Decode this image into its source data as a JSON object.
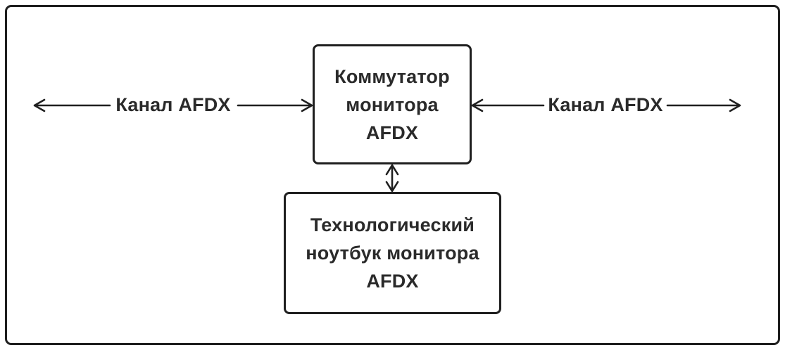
{
  "diagram": {
    "background": "#ffffff",
    "stroke_color": "#1f1f1f",
    "text_color": "#2a2a2a",
    "nodes": [
      {
        "id": "afdx-switch",
        "label": "Коммутатор монитора AFDX"
      },
      {
        "id": "tech-laptop",
        "label": "Технологический ноутбук монитора AFDX"
      }
    ],
    "edges": [
      {
        "id": "left-channel",
        "label": "Канал AFDX",
        "type": "bidirectional-horizontal"
      },
      {
        "id": "right-channel",
        "label": "Канал AFDX",
        "type": "bidirectional-horizontal"
      },
      {
        "id": "switch-laptop-link",
        "label": "",
        "type": "bidirectional-vertical"
      }
    ]
  }
}
